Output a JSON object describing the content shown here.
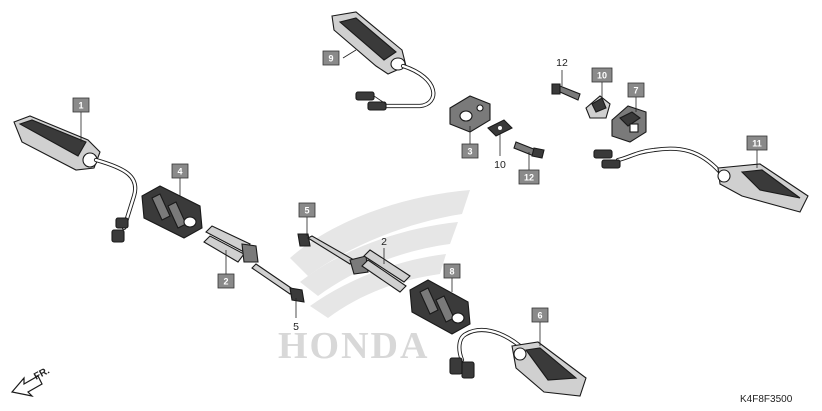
{
  "callouts": [
    {
      "id": "callout-1",
      "label": "1",
      "boxed": true
    },
    {
      "id": "callout-2a",
      "label": "2",
      "boxed": true
    },
    {
      "id": "callout-2b",
      "label": "2",
      "boxed": false
    },
    {
      "id": "callout-3",
      "label": "3",
      "boxed": true
    },
    {
      "id": "callout-4",
      "label": "4",
      "boxed": true
    },
    {
      "id": "callout-5a",
      "label": "5",
      "boxed": true
    },
    {
      "id": "callout-5b",
      "label": "5",
      "boxed": false
    },
    {
      "id": "callout-6",
      "label": "6",
      "boxed": true
    },
    {
      "id": "callout-7",
      "label": "7",
      "boxed": true
    },
    {
      "id": "callout-8",
      "label": "8",
      "boxed": true
    },
    {
      "id": "callout-9",
      "label": "9",
      "boxed": true
    },
    {
      "id": "callout-10a",
      "label": "10",
      "boxed": true
    },
    {
      "id": "callout-10b",
      "label": "10",
      "boxed": false
    },
    {
      "id": "callout-11",
      "label": "11",
      "boxed": true
    },
    {
      "id": "callout-12a",
      "label": "12",
      "boxed": false
    },
    {
      "id": "callout-12b",
      "label": "12",
      "boxed": true
    }
  ],
  "direction_marker": "FR.",
  "diagram_code": "K4F8F3500",
  "watermark": "HONDA"
}
